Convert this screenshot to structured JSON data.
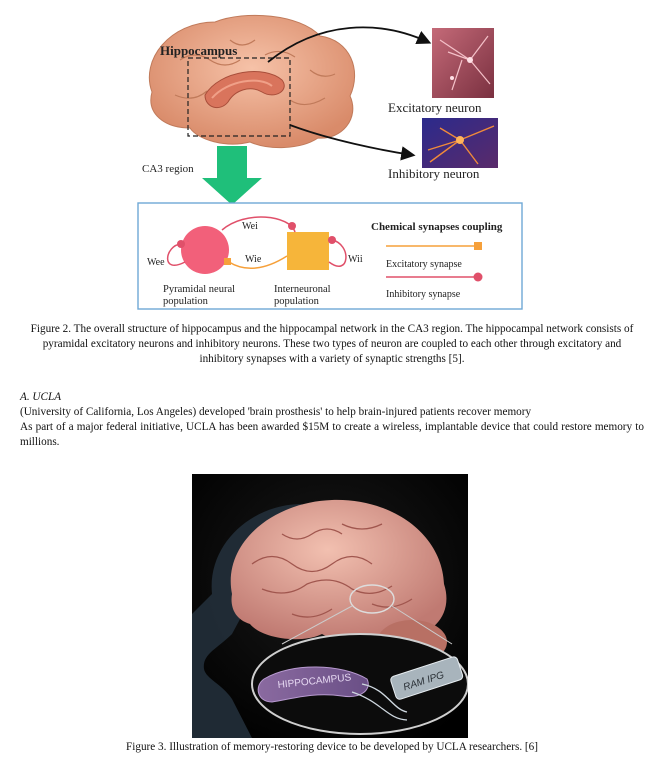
{
  "figure2": {
    "labels": {
      "hippocampus": "Hippocampus",
      "ca3_region": "CA3 region",
      "excitatory_neuron": "Excitatory neuron",
      "inhibitory_neuron": "Inhibitory neuron",
      "legend_title": "Chemical synapses coupling",
      "excitatory_synapse": "Excitatory synapse",
      "inhibitory_synapse": "Inhibitory synapse",
      "pyramidal_line1": "Pyramidal neural",
      "pyramidal_line2": "population",
      "inter_line1": "Interneuronal",
      "inter_line2": "population",
      "w_ee": "Wee",
      "w_ei": "Wei",
      "w_ie": "Wie",
      "w_ii": "Wii"
    },
    "caption": "Figure 2. The overall structure of hippocampus and the hippocampal network in the CA3 region. The hippocampal network consists of pyramidal excitatory neurons and inhibitory neurons. These two types of neuron are coupled to each other through excitatory and inhibitory synapses with a variety of synaptic strengths [5]."
  },
  "section": {
    "heading": "A.    UCLA",
    "para1": "(University of California, Los Angeles) developed 'brain prosthesis' to help brain-injured patients recover memory",
    "para2": "As part of a major federal initiative, UCLA has been awarded $15M to create a wireless, implantable device that could restore memory to millions."
  },
  "figure3": {
    "hippocampus_label": "HIPPOCAMPUS",
    "device_label": "RAM IPG",
    "caption": "Figure 3. Illustration of memory-restoring device to be developed by UCLA researchers. [6]"
  },
  "colors": {
    "green_arrow": "#1fbf7a",
    "pyramidal": "#f2607a",
    "interneuron": "#f6b53a",
    "box_border": "#6fa8d6"
  }
}
